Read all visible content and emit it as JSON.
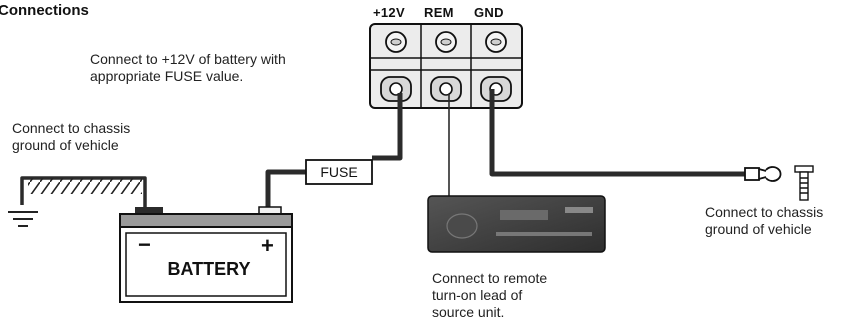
{
  "title": "Connections",
  "terminals": [
    "+12V",
    "REM",
    "GND"
  ],
  "fuse_label": "FUSE",
  "battery": {
    "label": "BATTERY",
    "neg": "−",
    "pos": "+"
  },
  "notes": {
    "battery_line1": "Connect to +12V of battery with",
    "battery_line2": "appropriate FUSE value.",
    "chassis_left_line1": "Connect to chassis",
    "chassis_left_line2": "ground of vehicle",
    "chassis_right_line1": "Connect to chassis",
    "chassis_right_line2": "ground of vehicle",
    "remote_line1": "Connect to remote",
    "remote_line2": "turn-on lead of",
    "remote_line3": "source unit."
  },
  "colors": {
    "wire": "#2b2b2b",
    "head_unit": "#3a3a3a",
    "battery_band": "#9a9a9a"
  }
}
